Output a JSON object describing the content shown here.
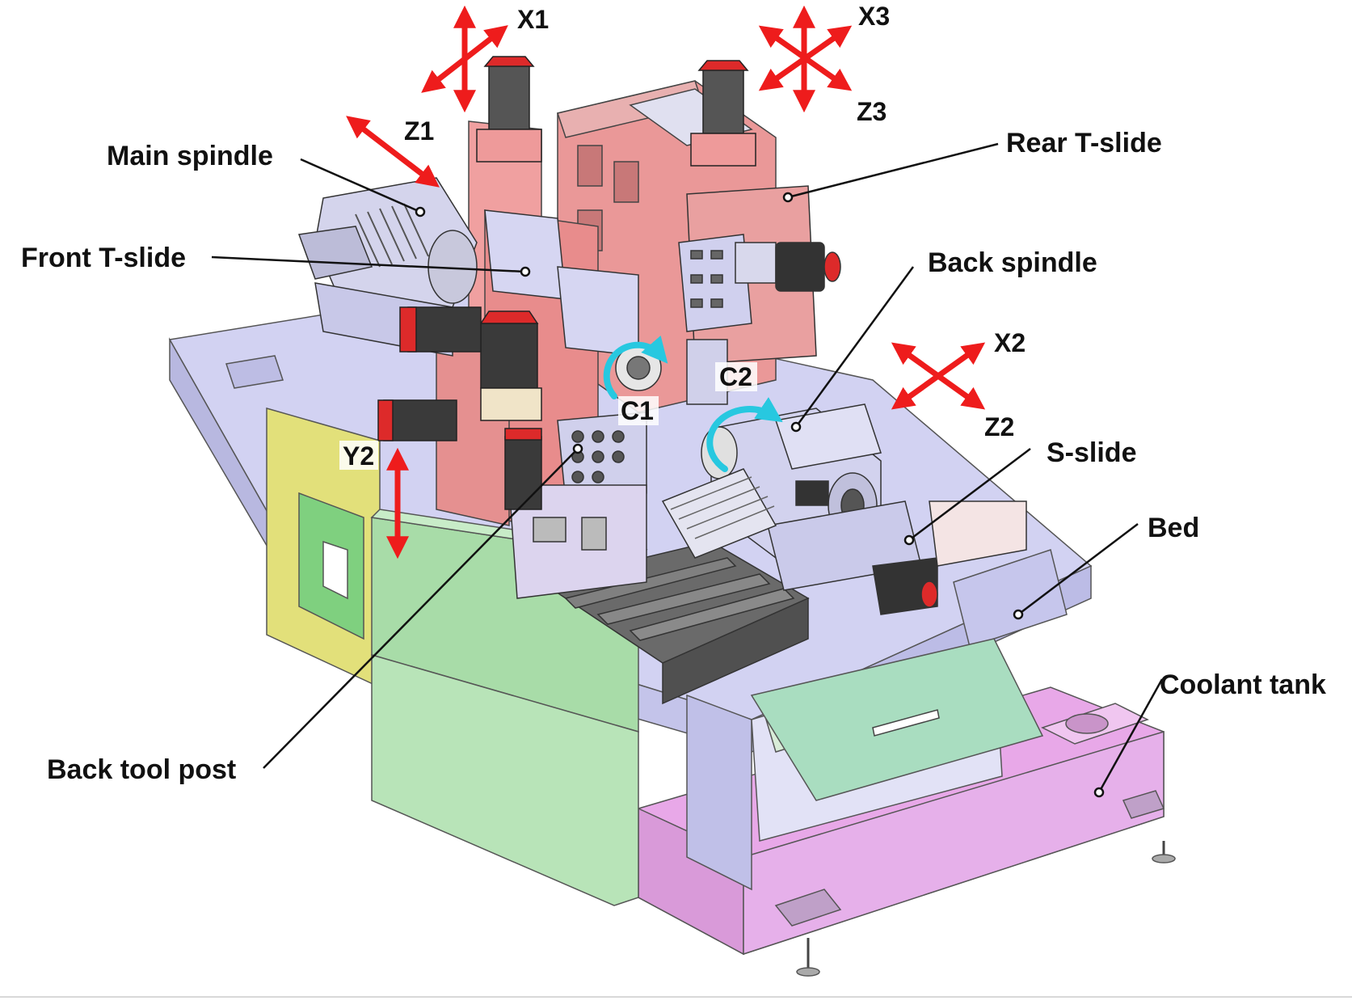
{
  "labels": {
    "main_spindle": "Main spindle",
    "front_t_slide": "Front T-slide",
    "rear_t_slide": "Rear T-slide",
    "back_spindle": "Back spindle",
    "s_slide": "S-slide",
    "bed": "Bed",
    "coolant_tank": "Coolant tank",
    "back_tool_post": "Back tool post"
  },
  "axes": {
    "x1": "X1",
    "z1": "Z1",
    "x3": "X3",
    "z3": "Z3",
    "x2": "X2",
    "z2": "Z2",
    "y2": "Y2",
    "c1": "C1",
    "c2": "C2"
  },
  "colors": {
    "linear_axis_arrow": "#ee1c1c",
    "rotary_axis_arrow": "#27c8e0",
    "column": "#e89090",
    "bed": "#c8c8f0",
    "front_cover": "#9fd89f",
    "side_panel": "#e0e070",
    "coolant_tank": "#e8a8e8",
    "motor": "#3a3a3a",
    "motor_cap": "#dd2a2a"
  }
}
